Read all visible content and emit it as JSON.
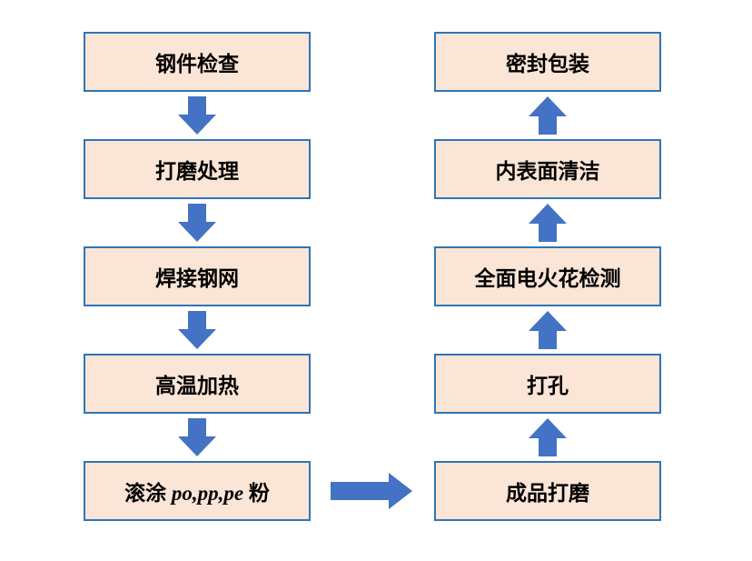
{
  "colors": {
    "box_fill": "#FBE5D6",
    "box_border": "#2E75B6",
    "arrow": "#4472C4"
  },
  "diagram": {
    "left_steps": [
      "钢件检查",
      "打磨处理",
      "焊接钢网",
      "高温加热"
    ],
    "coating_step": {
      "pre": "滚涂 ",
      "italic": "po,pp,pe",
      "post": " 粉"
    },
    "right_steps": [
      "密封包装",
      "内表面清洁",
      "全面电火花检测",
      "打孔",
      "成品打磨"
    ]
  }
}
